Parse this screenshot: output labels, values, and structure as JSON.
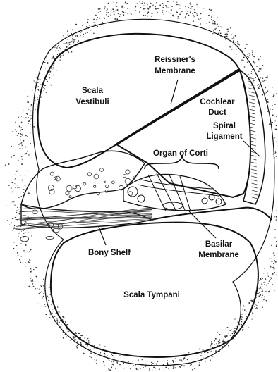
{
  "labels": {
    "reissners_membrane_1": "Reissner's",
    "reissners_membrane_2": "Membrane",
    "scala_vestibuli_1": "Scala",
    "scala_vestibuli_2": "Vestibuli",
    "cochlear_duct_1": "Cochlear",
    "cochlear_duct_2": "Duct",
    "spiral_ligament_1": "Spiral",
    "spiral_ligament_2": "Ligament",
    "organ_of_corti": "Organ of Corti",
    "bony_shelf": "Bony Shelf",
    "basilar_membrane_1": "Basilar",
    "basilar_membrane_2": "Membrane",
    "scala_tympani": "Scala Tympani"
  },
  "colors": {
    "ink": "#111111",
    "paper": "#ffffff",
    "stipple": "#333333"
  }
}
